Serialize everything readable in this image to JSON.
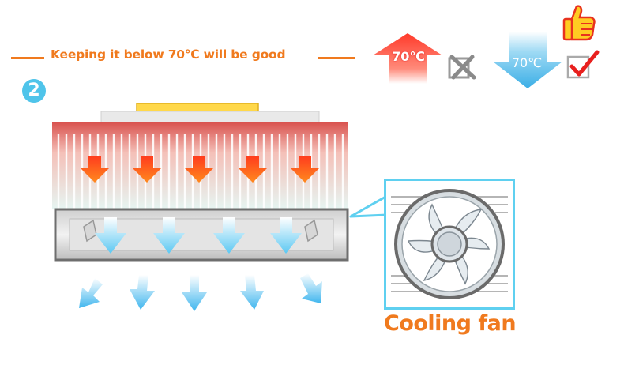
{
  "header": {
    "message": "Keeping it below 70℃ will be good"
  },
  "step": {
    "number": "2"
  },
  "indicators": {
    "hot": {
      "label": "70℃",
      "icon": "arrow-up-icon",
      "status_icon": "cross-mark-icon",
      "color": "#ff4a3a"
    },
    "cool": {
      "label": "70℃",
      "icon": "arrow-down-icon",
      "status_icon": "check-mark-icon",
      "color": "#4fb8e8"
    },
    "approval_icon": "thumbs-up-icon"
  },
  "heatsink": {
    "fin_color": "#e8f4f2",
    "base_color": "#d9534f",
    "heat_arrow_icon": "heat-arrow-down-icon",
    "air_arrow_icon": "air-arrow-down-icon"
  },
  "fan": {
    "label": "Cooling fan",
    "icon": "fan-icon"
  },
  "colors": {
    "accent": "#f07a1e",
    "cool_blue": "#4fc4ea",
    "heat_red": "#e8321e"
  }
}
